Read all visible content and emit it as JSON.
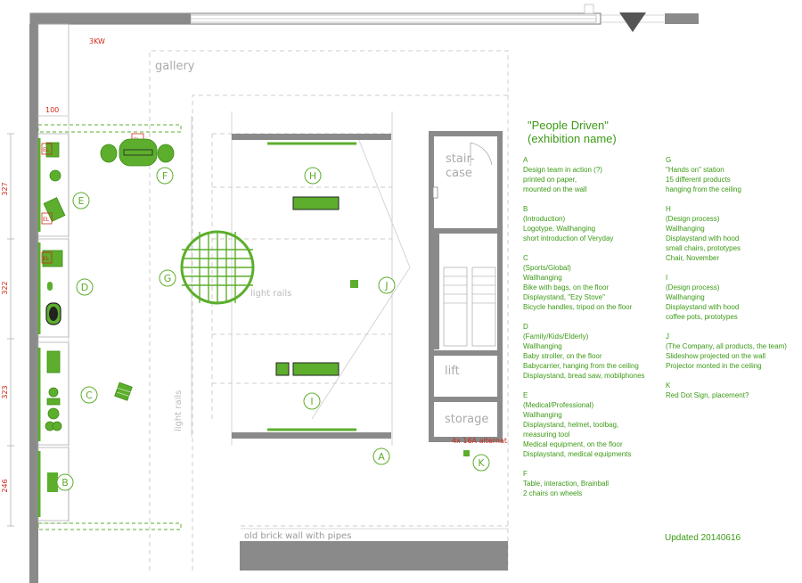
{
  "title": {
    "line1": "\"People Driven\"",
    "line2": "(exhibition name)"
  },
  "plan_labels": {
    "gallery": "gallery",
    "power_top": "3KW",
    "dim_100": "100",
    "dims": [
      "327",
      "322",
      "323",
      "246"
    ],
    "el": "EL",
    "light_rails_h": "light rails",
    "light_rails_v": "light rails",
    "staircase_1": "stair-",
    "staircase_2": "case",
    "lift": "lift",
    "storage": "storage",
    "power_note": "4x 16A alternat",
    "brick_wall": "old brick wall with pipes"
  },
  "markers": [
    "A",
    "B",
    "C",
    "D",
    "E",
    "F",
    "G",
    "H",
    "I",
    "J",
    "K"
  ],
  "legend_left": [
    {
      "letter": "A",
      "lines": [
        "Design team in action (?)",
        "printed on paper,",
        "mounted on the wall"
      ]
    },
    {
      "letter": "B",
      "lines": [
        "(Introduction)",
        "Logotype, Wallhanging",
        "short introduction of Veryday"
      ]
    },
    {
      "letter": "C",
      "lines": [
        "(Sports/Global)",
        "Wallhanging",
        "Bike with bags, on the floor",
        "Displaystand, \"Ezy Stove\"",
        "Bicycle handles, tripod on the floor"
      ]
    },
    {
      "letter": "D",
      "lines": [
        "(Family/Kids/Elderly)",
        "Wallhanging",
        "Baby stroller, on the floor",
        "Babycarrier, hanging from the ceiling",
        "Displaystand, bread saw, mobilphones"
      ]
    },
    {
      "letter": "E",
      "lines": [
        "(Medical/Professional)",
        "Wallhanging",
        "Displaystand, helmet, toolbag,",
        "measuring tool",
        "Medical equipment, on the floor",
        "Displaystand, medical equipments"
      ]
    },
    {
      "letter": "F",
      "lines": [
        "Table, interaction, Brainball",
        "2 chairs on wheels"
      ]
    }
  ],
  "legend_right": [
    {
      "letter": "G",
      "lines": [
        "\"Hands on\" station",
        "15 different products",
        "hanging from the ceiling"
      ]
    },
    {
      "letter": "H",
      "lines": [
        "(Design process)",
        "Wallhanging",
        "Displaystand with hood",
        "small chairs, prototypes",
        "Chair, November"
      ]
    },
    {
      "letter": "I",
      "lines": [
        "(Design process)",
        "Wallhanging",
        "Displaystand with hood",
        "coffee pots, prototypes"
      ]
    },
    {
      "letter": "J",
      "lines": [
        "(The Company, all products, the team)",
        "Slideshow projected on the wall",
        "Projector monted in the ceiling"
      ]
    },
    {
      "letter": "K",
      "lines": [
        "Red Dot Sign, placement?"
      ]
    }
  ],
  "updated": "Updated 20140616",
  "colors": {
    "green": "#5cae2c",
    "dark_green": "#3c9a16",
    "wall_gray": "#8a8a8a",
    "red": "#cc2a1a"
  }
}
